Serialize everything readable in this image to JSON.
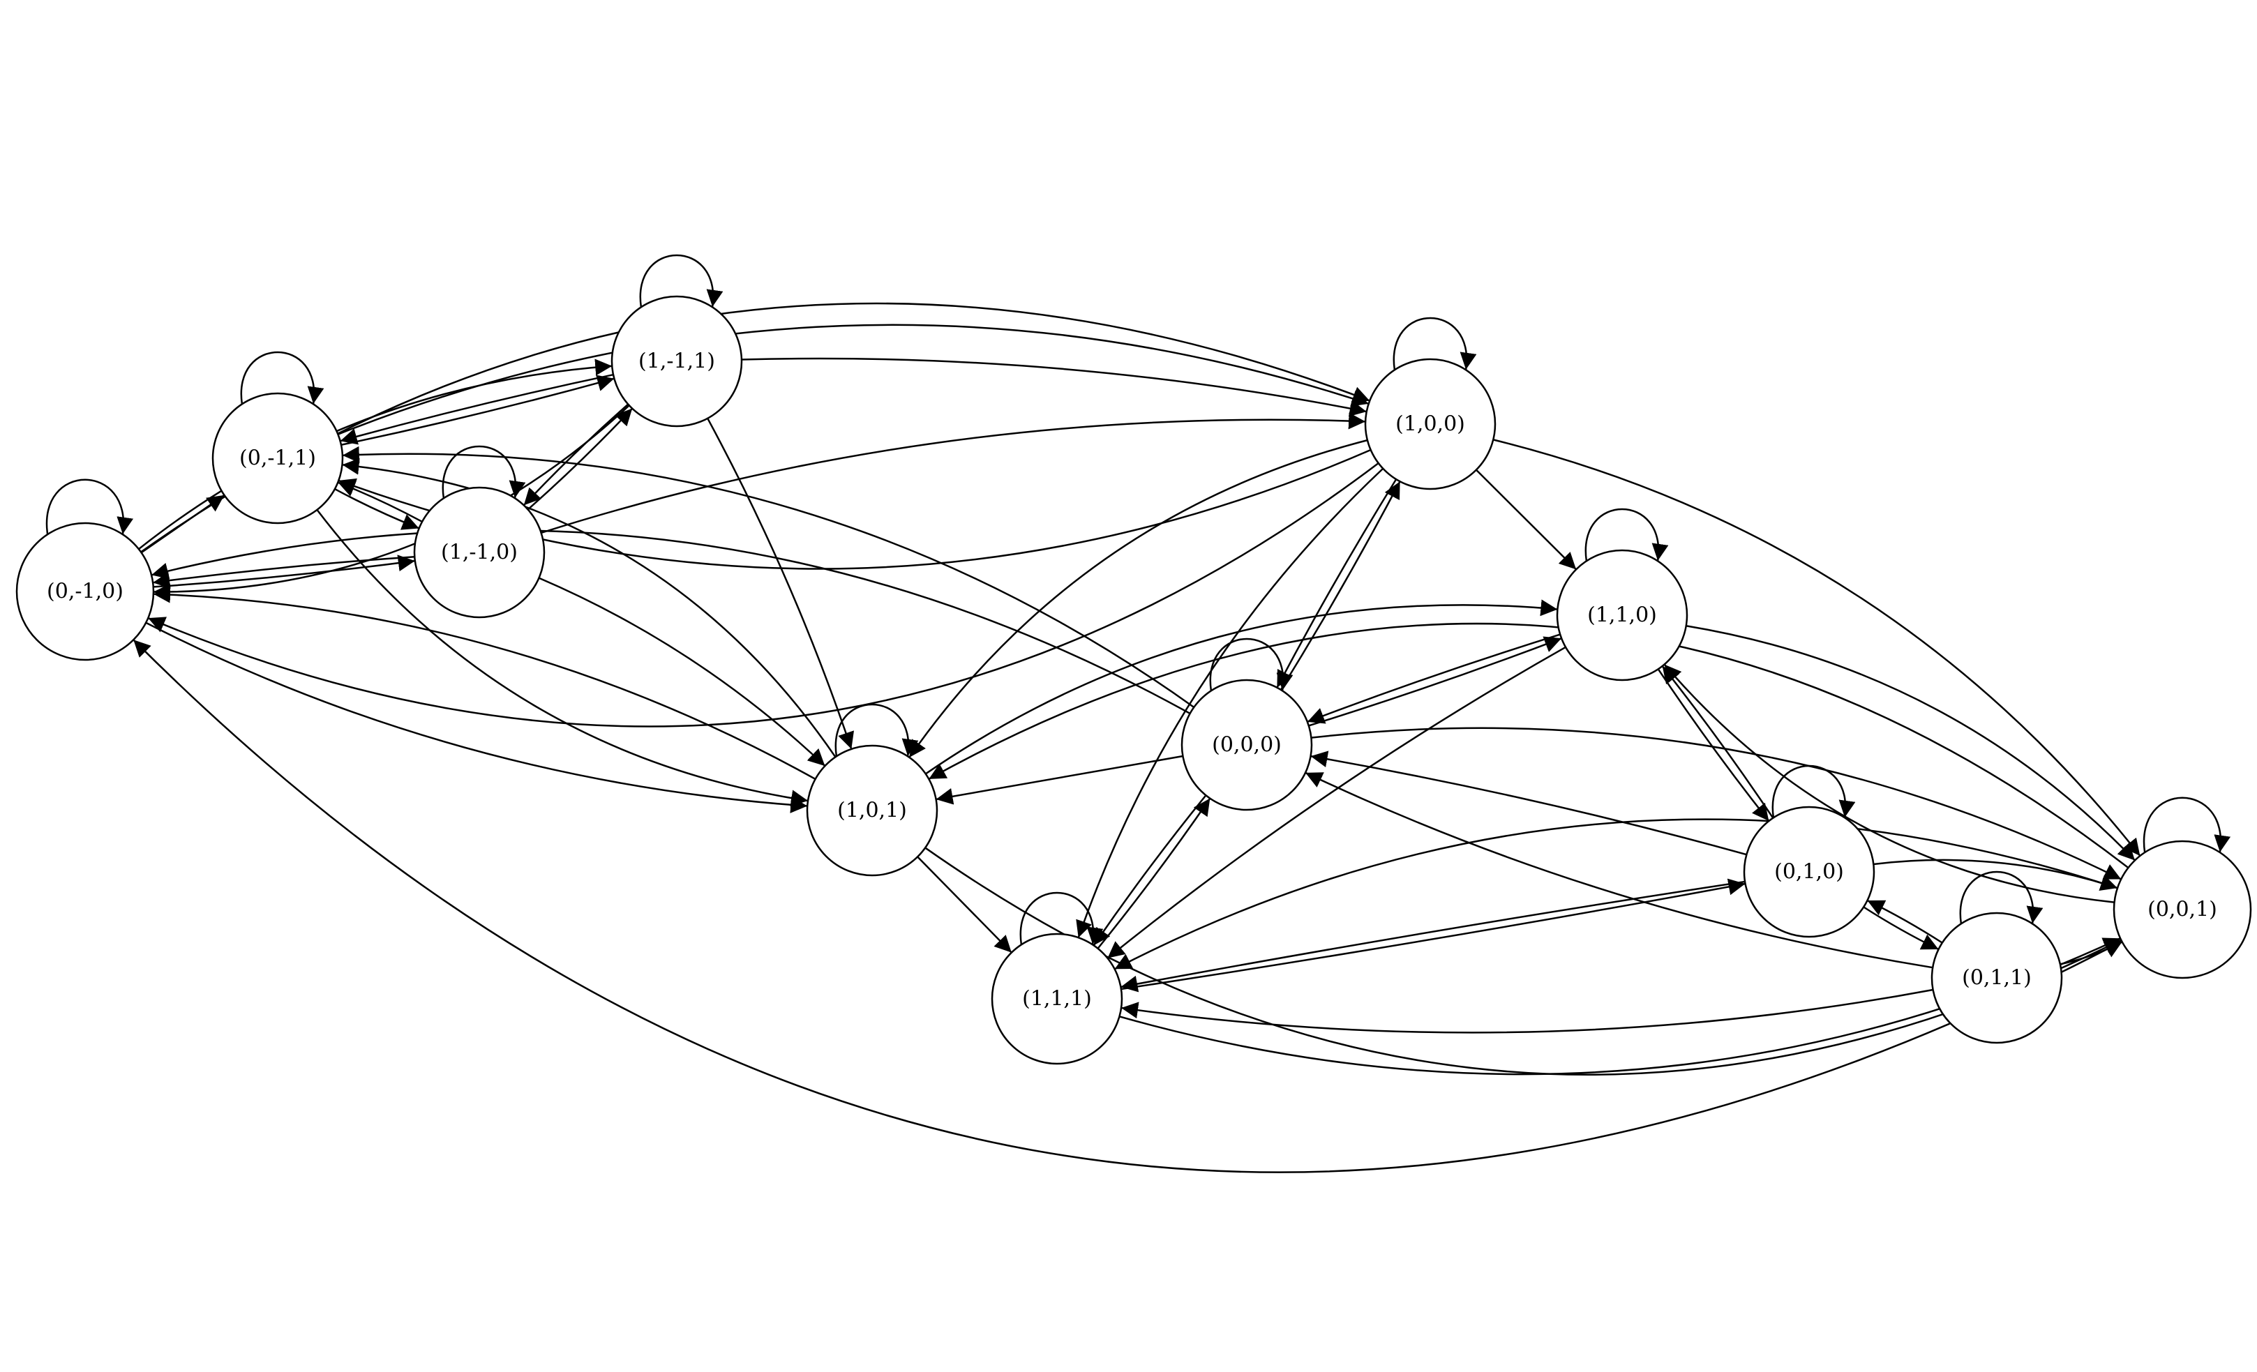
{
  "diagram": {
    "stroke_color": "#000000",
    "fill_color": "#ffffff",
    "nodes": [
      {
        "id": "n_0m10",
        "label": "(0,-1,0)"
      },
      {
        "id": "n_0m11",
        "label": "(0,-1,1)"
      },
      {
        "id": "n_1m11",
        "label": "(1,-1,1)"
      },
      {
        "id": "n_1m10",
        "label": "(1,-1,0)"
      },
      {
        "id": "n_100",
        "label": "(1,0,0)"
      },
      {
        "id": "n_101",
        "label": "(1,0,1)"
      },
      {
        "id": "n_000",
        "label": "(0,0,0)"
      },
      {
        "id": "n_110",
        "label": "(1,1,0)"
      },
      {
        "id": "n_111",
        "label": "(1,1,1)"
      },
      {
        "id": "n_010",
        "label": "(0,1,0)"
      },
      {
        "id": "n_011",
        "label": "(0,1,1)"
      },
      {
        "id": "n_001",
        "label": "(0,0,1)"
      }
    ],
    "edges": [
      {
        "from": "n_0m10",
        "to": "n_0m10"
      },
      {
        "from": "n_0m11",
        "to": "n_0m11"
      },
      {
        "from": "n_1m11",
        "to": "n_1m11"
      },
      {
        "from": "n_1m10",
        "to": "n_1m10"
      },
      {
        "from": "n_100",
        "to": "n_100"
      },
      {
        "from": "n_101",
        "to": "n_101"
      },
      {
        "from": "n_000",
        "to": "n_000"
      },
      {
        "from": "n_110",
        "to": "n_110"
      },
      {
        "from": "n_111",
        "to": "n_111"
      },
      {
        "from": "n_010",
        "to": "n_010"
      },
      {
        "from": "n_011",
        "to": "n_011"
      },
      {
        "from": "n_001",
        "to": "n_001"
      },
      {
        "from": "n_0m10",
        "to": "n_0m11"
      },
      {
        "from": "n_0m10",
        "to": "n_1m10"
      },
      {
        "from": "n_1m10",
        "to": "n_0m10"
      },
      {
        "from": "n_0m10",
        "to": "n_1m11"
      },
      {
        "from": "n_1m11",
        "to": "n_0m10"
      },
      {
        "from": "n_0m10",
        "to": "n_100"
      },
      {
        "from": "n_100",
        "to": "n_0m10"
      },
      {
        "from": "n_001",
        "to": "n_0m10"
      },
      {
        "from": "n_0m10",
        "to": "n_101"
      },
      {
        "from": "n_101",
        "to": "n_0m10"
      },
      {
        "from": "n_000",
        "to": "n_0m10"
      },
      {
        "from": "n_0m11",
        "to": "n_1m10"
      },
      {
        "from": "n_1m10",
        "to": "n_0m11"
      },
      {
        "from": "n_0m11",
        "to": "n_1m11"
      },
      {
        "from": "n_1m11",
        "to": "n_0m11"
      },
      {
        "from": "n_0m11",
        "to": "n_100"
      },
      {
        "from": "n_100",
        "to": "n_0m11"
      },
      {
        "from": "n_0m11",
        "to": "n_101"
      },
      {
        "from": "n_101",
        "to": "n_0m11"
      },
      {
        "from": "n_000",
        "to": "n_0m11"
      },
      {
        "from": "n_1m10",
        "to": "n_1m11"
      },
      {
        "from": "n_1m11",
        "to": "n_1m10"
      },
      {
        "from": "n_1m10",
        "to": "n_100"
      },
      {
        "from": "n_1m10",
        "to": "n_101"
      },
      {
        "from": "n_1m11",
        "to": "n_100"
      },
      {
        "from": "n_1m11",
        "to": "n_101"
      },
      {
        "from": "n_100",
        "to": "n_101"
      },
      {
        "from": "n_100",
        "to": "n_111"
      },
      {
        "from": "n_100",
        "to": "n_000"
      },
      {
        "from": "n_000",
        "to": "n_100"
      },
      {
        "from": "n_100",
        "to": "n_110"
      },
      {
        "from": "n_100",
        "to": "n_001"
      },
      {
        "from": "n_101",
        "to": "n_110"
      },
      {
        "from": "n_101",
        "to": "n_111"
      },
      {
        "from": "n_101",
        "to": "n_001"
      },
      {
        "from": "n_001",
        "to": "n_101"
      },
      {
        "from": "n_000",
        "to": "n_101"
      },
      {
        "from": "n_000",
        "to": "n_110"
      },
      {
        "from": "n_110",
        "to": "n_000"
      },
      {
        "from": "n_000",
        "to": "n_111"
      },
      {
        "from": "n_111",
        "to": "n_000"
      },
      {
        "from": "n_000",
        "to": "n_001"
      },
      {
        "from": "n_010",
        "to": "n_000"
      },
      {
        "from": "n_011",
        "to": "n_000"
      },
      {
        "from": "n_110",
        "to": "n_010"
      },
      {
        "from": "n_010",
        "to": "n_110"
      },
      {
        "from": "n_110",
        "to": "n_111"
      },
      {
        "from": "n_110",
        "to": "n_001"
      },
      {
        "from": "n_001",
        "to": "n_110"
      },
      {
        "from": "n_111",
        "to": "n_010"
      },
      {
        "from": "n_010",
        "to": "n_111"
      },
      {
        "from": "n_011",
        "to": "n_111"
      },
      {
        "from": "n_111",
        "to": "n_001"
      },
      {
        "from": "n_001",
        "to": "n_111"
      },
      {
        "from": "n_010",
        "to": "n_011"
      },
      {
        "from": "n_011",
        "to": "n_010"
      },
      {
        "from": "n_010",
        "to": "n_001"
      },
      {
        "from": "n_011",
        "to": "n_001"
      }
    ]
  }
}
